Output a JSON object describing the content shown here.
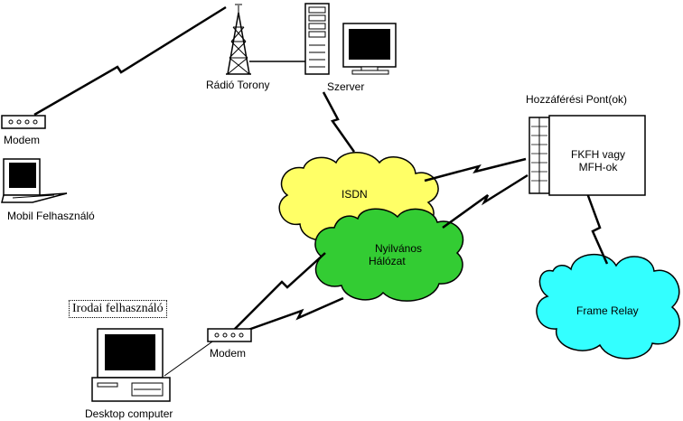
{
  "labels": {
    "radio_tower": "Rádió Torony",
    "server": "Szerver",
    "access_point": "Hozzáférési Pont(ok)",
    "fkfh_line1": "FKFH vagy",
    "fkfh_line2": "MFH-ok",
    "modem_mobile": "Modem",
    "mobile_user": "Mobil Felhasználó",
    "isdn": "ISDN",
    "public_net_line1": "Nyilvános",
    "public_net_line2": "Hálózat",
    "frame_relay": "Frame Relay",
    "office_user": "Irodai felhasználó",
    "modem_office": "Modem",
    "desktop": "Desktop computer"
  },
  "colors": {
    "isdn_cloud": "#ffff66",
    "public_cloud": "#33cc33",
    "frame_relay_cloud": "#33ffff",
    "outline": "#000000",
    "device_fill": "#ffffff",
    "screen": "#000000"
  }
}
